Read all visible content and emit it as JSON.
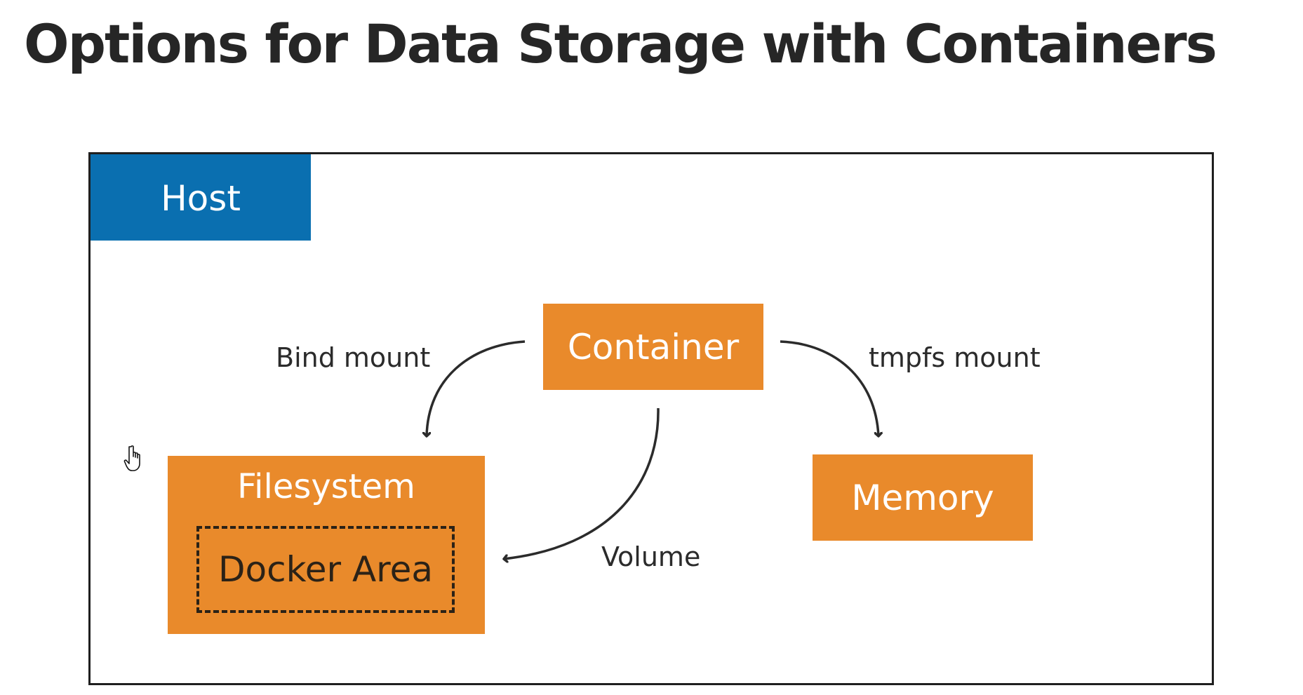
{
  "slide": {
    "title": "Options for Data Storage with Containers"
  },
  "diagram": {
    "host": {
      "label": "Host",
      "color": "#0a6fb0"
    },
    "nodes": {
      "container": "Container",
      "filesystem": "Filesystem",
      "docker_area": "Docker Area",
      "memory": "Memory"
    },
    "edges": [
      {
        "from": "Container",
        "to": "Filesystem",
        "label": "Bind mount"
      },
      {
        "from": "Container",
        "to": "Docker Area",
        "label": "Volume"
      },
      {
        "from": "Container",
        "to": "Memory",
        "label": "tmpfs mount"
      }
    ],
    "box_color": "#e98a2b"
  },
  "icons": {
    "cursor": "hand-pointer-icon"
  }
}
